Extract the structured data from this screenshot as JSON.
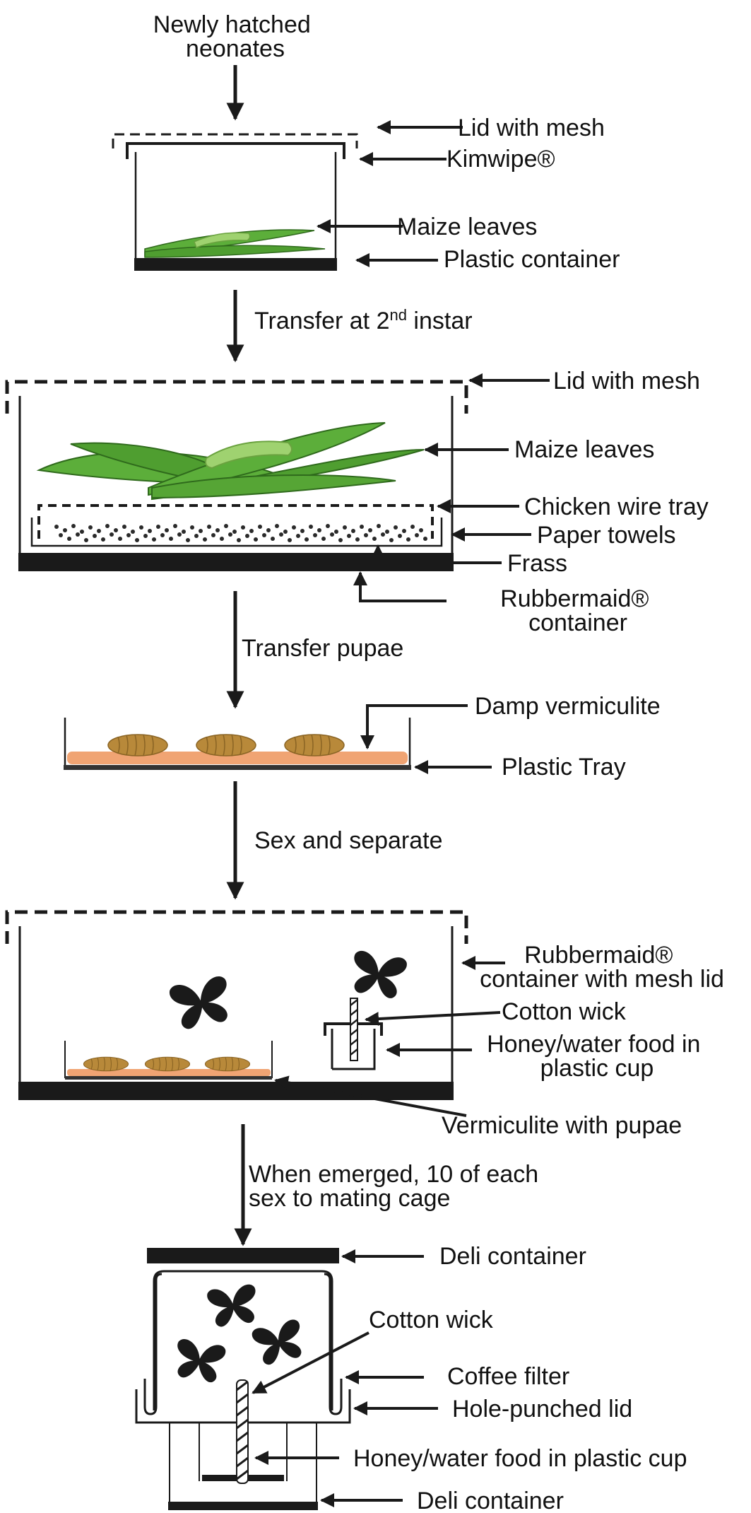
{
  "stage1": {
    "input_label": [
      "Newly hatched",
      "neonates"
    ],
    "labels": {
      "lid": "Lid with mesh",
      "kimwipe": "Kimwipe®",
      "leaves": "Maize leaves",
      "container": "Plastic container"
    }
  },
  "transfer1": {
    "pre": "Transfer at 2",
    "sup": "nd",
    "post": " instar"
  },
  "stage2": {
    "labels": {
      "lid": "Lid with mesh",
      "leaves": "Maize leaves",
      "wire": "Chicken wire tray",
      "towels": "Paper towels",
      "frass": "Frass",
      "container": [
        "Rubbermaid®",
        "container"
      ]
    }
  },
  "transfer2": "Transfer pupae",
  "stage3": {
    "labels": {
      "vermiculite": "Damp vermiculite",
      "tray": "Plastic Tray"
    }
  },
  "transfer3": "Sex and separate",
  "stage4": {
    "labels": {
      "container": [
        "Rubbermaid®",
        "container with mesh lid"
      ],
      "wick": "Cotton wick",
      "food": [
        "Honey/water food in",
        "plastic cup"
      ],
      "pupae": "Vermiculite with pupae"
    }
  },
  "transfer4": [
    "When emerged, 10 of each",
    "sex to mating cage"
  ],
  "stage5": {
    "labels": {
      "deli_top": "Deli container",
      "wick": "Cotton wick",
      "filter": "Coffee filter",
      "lid": "Hole-punched lid",
      "food": "Honey/water food in plastic cup",
      "deli_bottom": "Deli container"
    }
  },
  "colors": {
    "leaf": "#5cae3a",
    "caterpillar": "#9fd270",
    "vermiculite": "#f0a473",
    "pupa": "#b8893a",
    "ink": "#1a1a1a"
  }
}
